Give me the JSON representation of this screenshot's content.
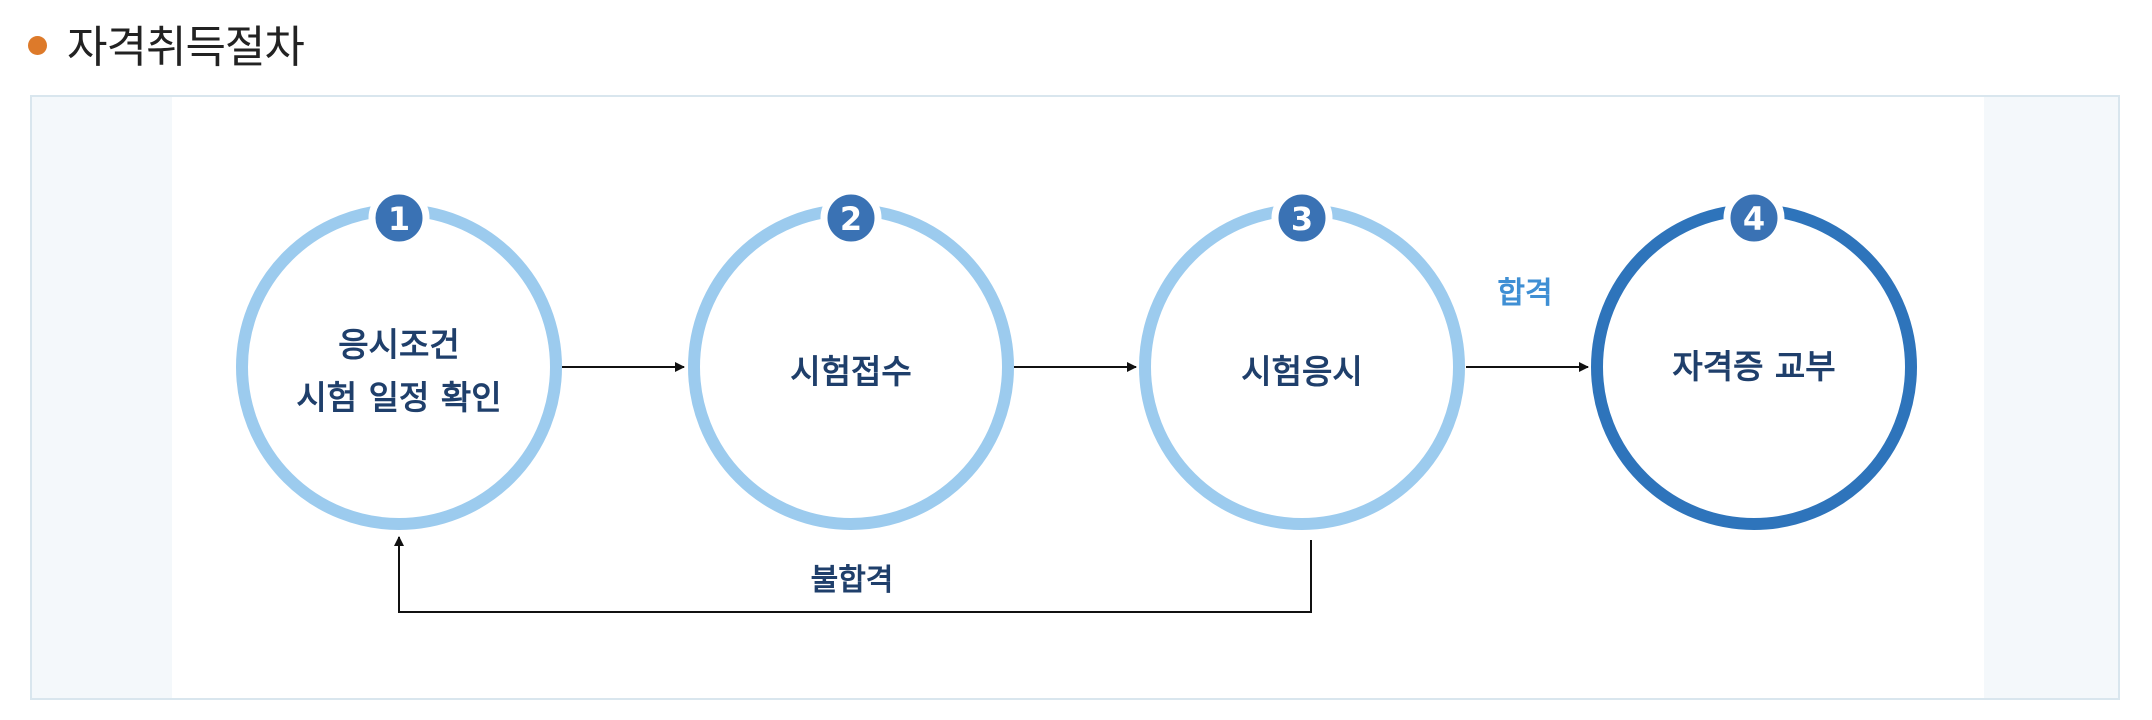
{
  "header": {
    "title": "자격취득절차",
    "bullet_color": "#dd7a2a"
  },
  "colors": {
    "circle_light": "#9ccbee",
    "circle_dark": "#2e74bb",
    "badge": "#3a72b4",
    "label_text": "#1f3f6b",
    "pass_label": "#3f8fd4",
    "arrow": "#111111"
  },
  "steps": [
    {
      "number": "1",
      "lines": [
        "응시조건",
        "시험 일정 확인"
      ]
    },
    {
      "number": "2",
      "lines": [
        "시험접수"
      ]
    },
    {
      "number": "3",
      "lines": [
        "시험응시"
      ]
    },
    {
      "number": "4",
      "lines": [
        "자격증 교부"
      ]
    }
  ],
  "transitions": {
    "pass_label": "합격",
    "fail_label": "불합격"
  }
}
